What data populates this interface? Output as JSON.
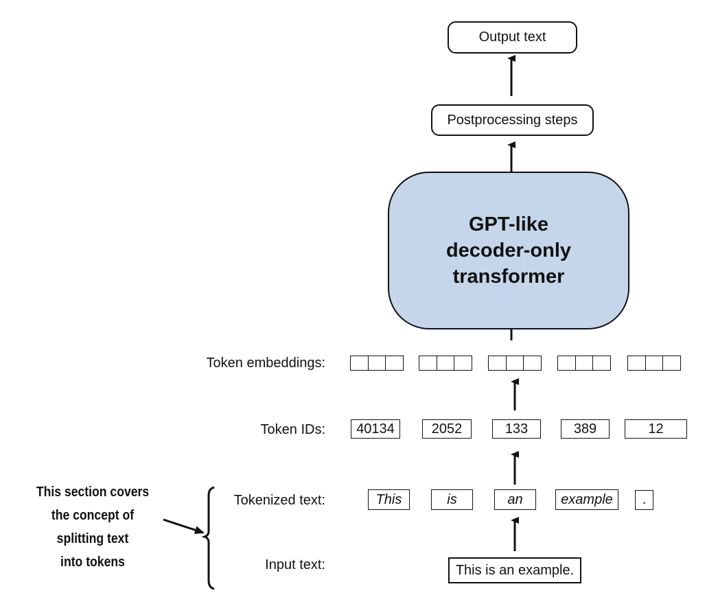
{
  "output_text": "Output text",
  "postprocessing": "Postprocessing steps",
  "transformer": {
    "line1": "GPT-like",
    "line2": "decoder-only",
    "line3": "transformer"
  },
  "labels": {
    "token_embeddings": "Token embeddings:",
    "token_ids": "Token IDs:",
    "tokenized_text": "Tokenized text:",
    "input_text": "Input text:"
  },
  "token_ids": [
    "40134",
    "2052",
    "133",
    "389",
    "12"
  ],
  "tokens": [
    "This",
    "is",
    "an",
    "example",
    "."
  ],
  "input_sentence": "This is an example.",
  "note": {
    "line1": "This section covers",
    "line2": "the concept of",
    "line3": "splitting text",
    "line4": "into tokens"
  },
  "colors": {
    "transformer_fill": "#c5d6ea",
    "stroke": "#111111"
  }
}
